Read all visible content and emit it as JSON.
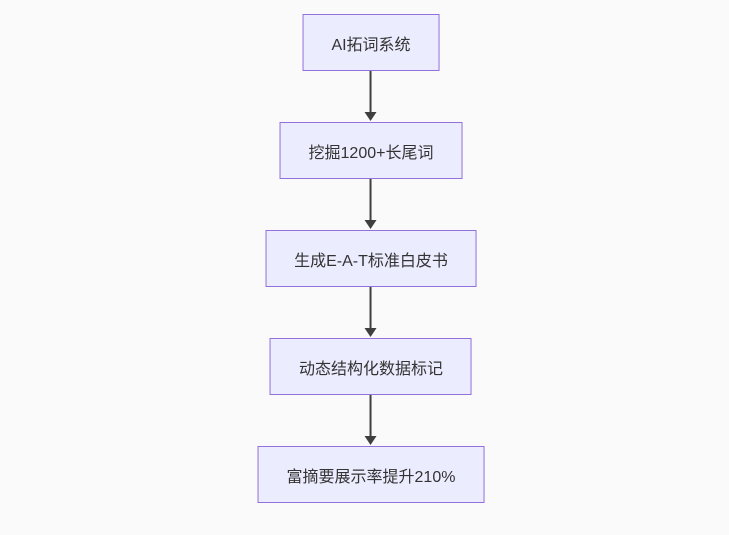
{
  "diagram": {
    "type": "flowchart",
    "direction": "top-down",
    "nodes": [
      {
        "id": "step-1",
        "label": "AI拓词系统"
      },
      {
        "id": "step-2",
        "label": "挖掘1200+长尾词"
      },
      {
        "id": "step-3",
        "label": "生成E-A-T标准白皮书"
      },
      {
        "id": "step-4",
        "label": "动态结构化数据标记"
      },
      {
        "id": "step-5",
        "label": "富摘要展示率提升210%"
      }
    ],
    "edges": [
      {
        "from": "step-1",
        "to": "step-2",
        "style": "arrow-down"
      },
      {
        "from": "step-2",
        "to": "step-3",
        "style": "arrow-down"
      },
      {
        "from": "step-3",
        "to": "step-4",
        "style": "arrow-down"
      },
      {
        "from": "step-4",
        "to": "step-5",
        "style": "arrow-down"
      }
    ],
    "colors": {
      "node_fill": "#ececff",
      "node_border": "#9370db",
      "arrow": "#3f3f3f",
      "text": "#333333",
      "background": "#fafafa"
    }
  }
}
